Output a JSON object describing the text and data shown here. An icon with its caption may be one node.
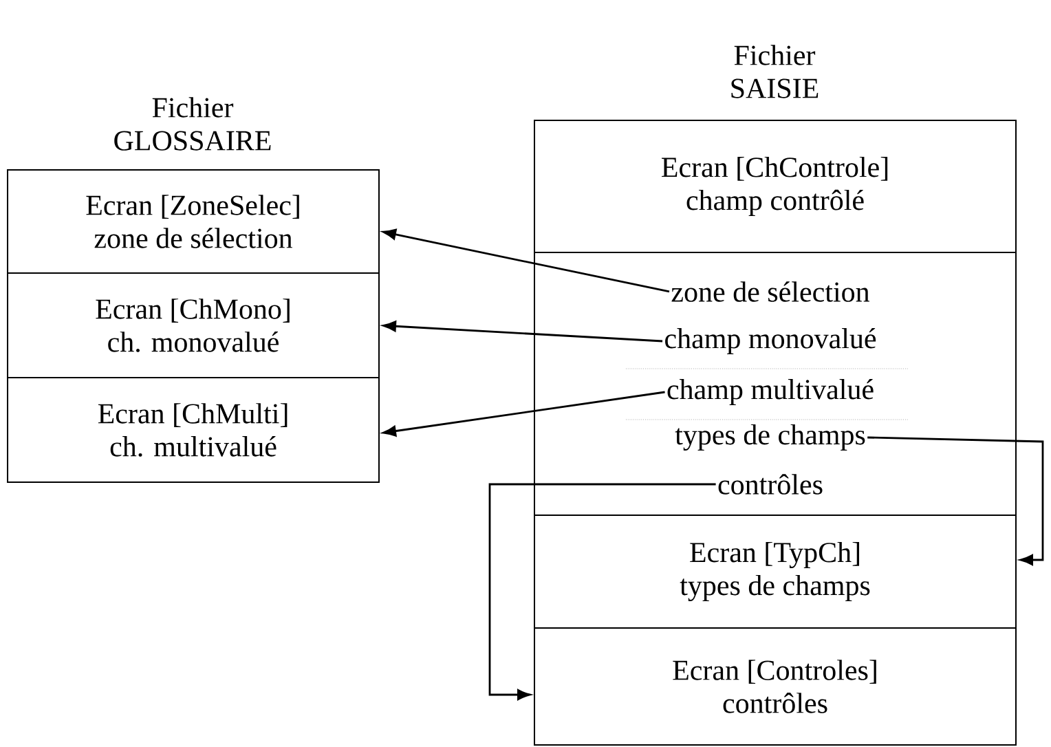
{
  "diagram": {
    "nodes": [
      {
        "text": [
          "Fichier GLOSSAIRE"
        ]
      },
      {
        "text": [
          "Ecran [ZoneSelec]",
          "zone de sélection"
        ],
        "in": 0
      },
      {
        "text": [
          "Ecran [ChMono]",
          "ch. monovalué"
        ],
        "in": 0
      },
      {
        "text": [
          "Ecran [ChMulti]",
          "ch. multivalué"
        ],
        "in": 0
      },
      {
        "text": [
          "Fichier SAISIE"
        ]
      },
      {
        "text": [
          "Ecran [ChControle]",
          "champ contrôlé"
        ],
        "in": 4
      },
      {
        "text": [
          "zone de sélection"
        ],
        "in": 4
      },
      {
        "text": [
          "champ monovalué"
        ],
        "in": 4
      },
      {
        "text": [
          "champ multivalué"
        ],
        "in": 4
      },
      {
        "text": [
          "types de champs"
        ],
        "in": 4
      },
      {
        "text": [
          "contrôles"
        ],
        "in": 4
      },
      {
        "text": [
          "Ecran [TypCh]",
          "types de champs"
        ],
        "in": 4
      },
      {
        "text": [
          "Ecran [Controles]",
          "contrôles"
        ],
        "in": 4
      }
    ],
    "edges": [
      {
        "from": 6,
        "to": 1,
        "arrow": "to"
      },
      {
        "from": 7,
        "to": 2,
        "arrow": "to"
      },
      {
        "from": 8,
        "to": 3,
        "arrow": "to"
      },
      {
        "from": 9,
        "to": 11,
        "arrow": "to"
      },
      {
        "from": 10,
        "to": 12,
        "arrow": "to"
      }
    ]
  }
}
